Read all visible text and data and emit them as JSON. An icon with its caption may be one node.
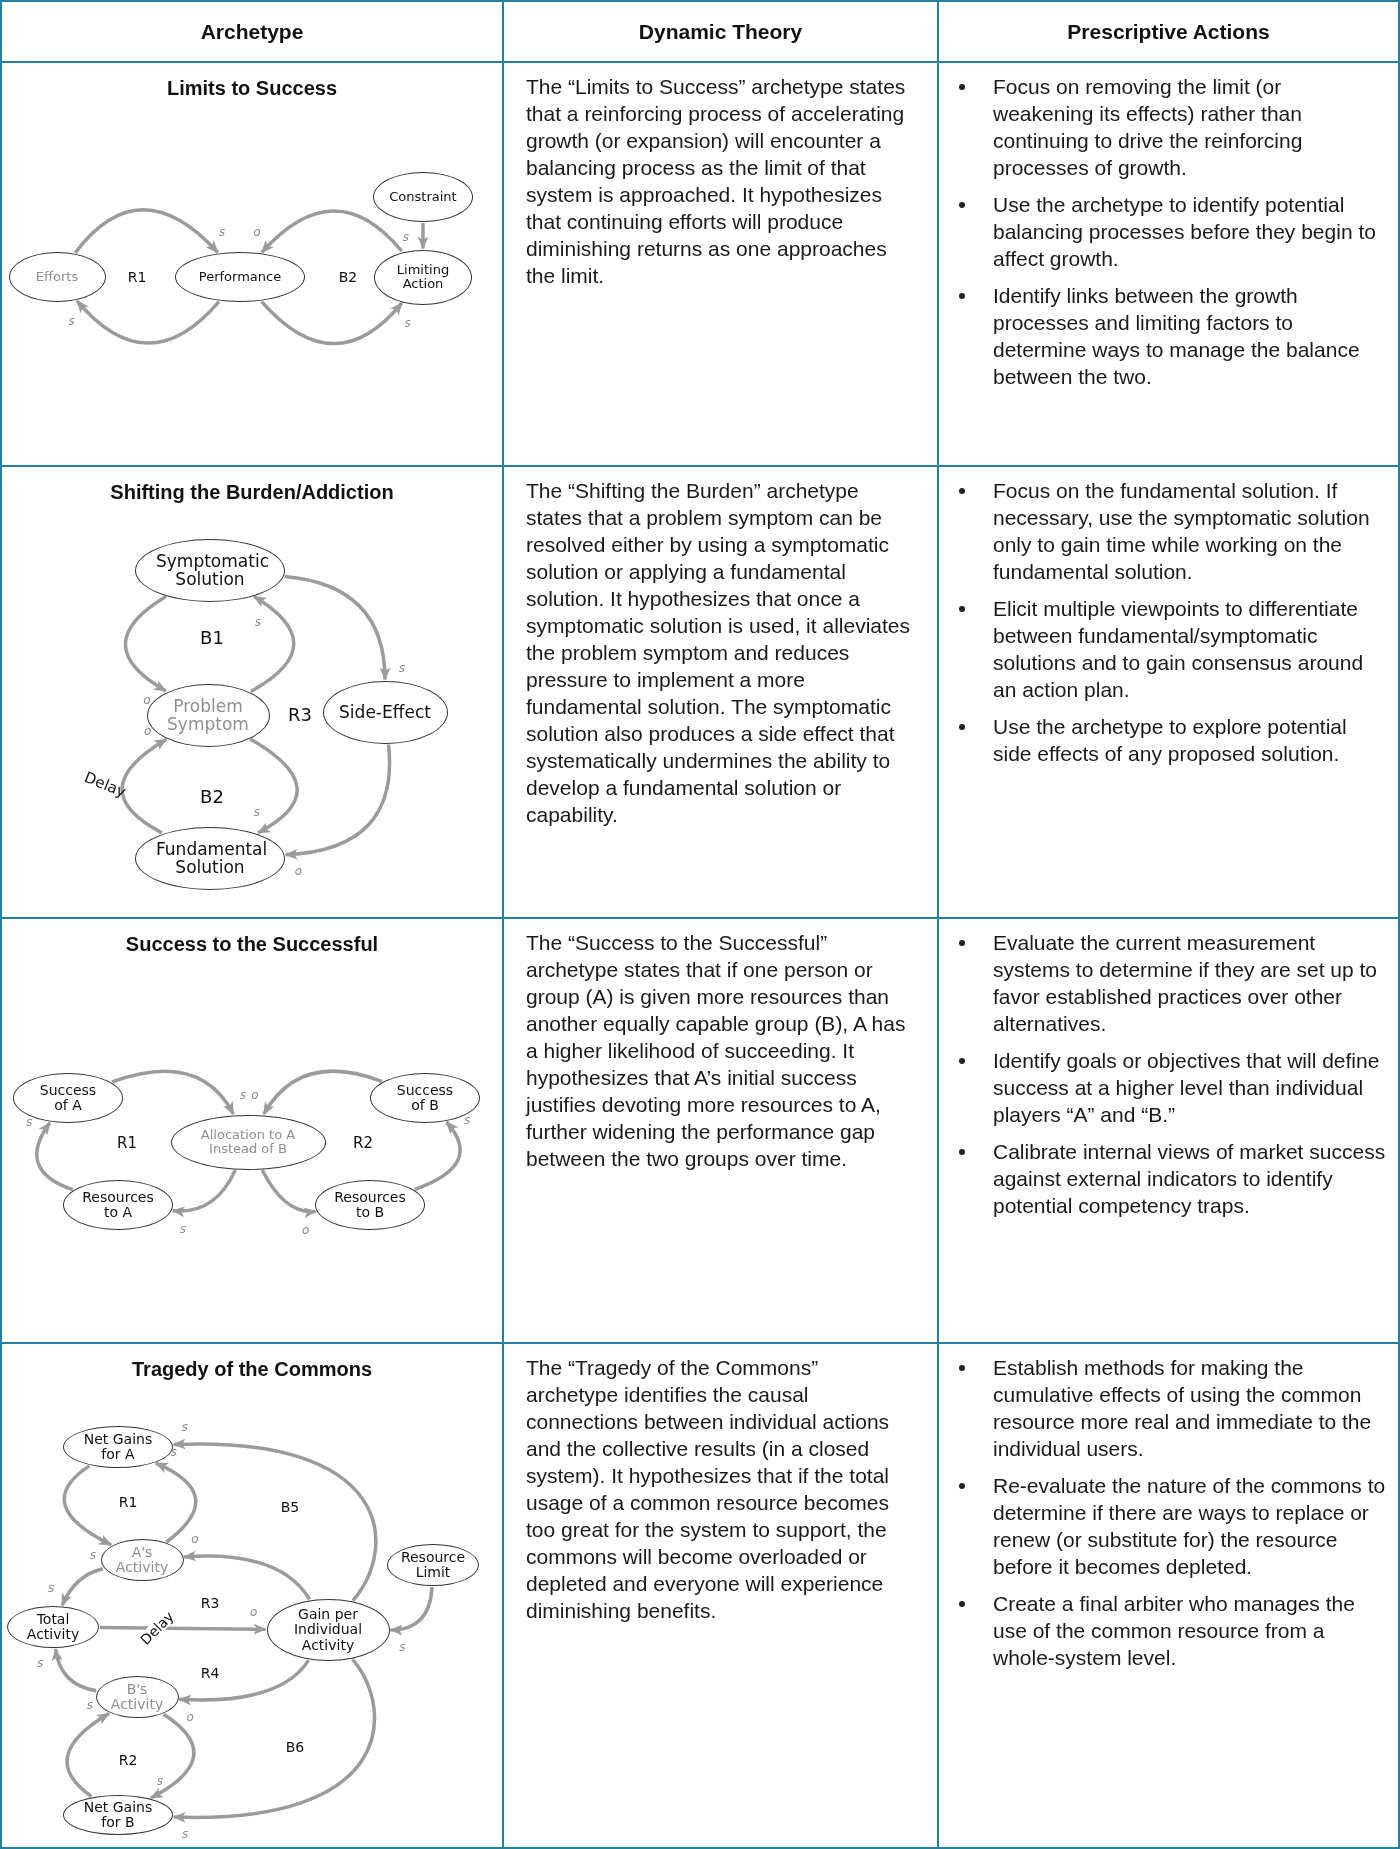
{
  "diagram": {
    "nodes": [
      {
        "text": [
          "Archetype"
        ]
      },
      {
        "text": [
          "Dynamic Theory"
        ]
      },
      {
        "text": [
          "Prescriptive Actions"
        ]
      },
      {
        "text": [
          "Limits to Success"
        ]
      },
      {
        "text": [
          "Efforts"
        ],
        "in": 3
      },
      {
        "text": [
          "Performance"
        ],
        "in": 3
      },
      {
        "text": [
          "Constraint"
        ],
        "in": 3
      },
      {
        "text": [
          "Limiting Action"
        ],
        "in": 3
      },
      {
        "text": [
          "The “Limits to Success” archetype states that a reinforcing process of accelerating growth (or expansion) will encounter a balancing process as the limit of that system is approached. It hypothesizes that continuing efforts will produce diminishing returns as one approaches the limit."
        ]
      },
      {
        "text": [
          "Focus on removing the limit (or weakening its effects) rather than continuing to drive the reinforcing processes of growth.",
          "Use the archetype to identify potential balancing processes before they begin to affect growth.",
          "Identify links between the growth processes and limiting factors to determine ways to manage the balance between the two."
        ]
      },
      {
        "text": [
          "Shifting the Burden/Addiction"
        ]
      },
      {
        "text": [
          "Symptomatic Solution"
        ],
        "in": 10
      },
      {
        "text": [
          "Problem Symptom"
        ],
        "in": 10
      },
      {
        "text": [
          "Side-Effect"
        ],
        "in": 10
      },
      {
        "text": [
          "Fundamental Solution"
        ],
        "in": 10
      },
      {
        "text": [
          "The “Shifting the Burden” archetype states that a problem symptom can be resolved either by using a symptomatic solution or applying a fundamental solution. It hypothesizes that once a symptomatic solution is used, it alleviates the problem symptom and reduces pressure to implement a more fundamental solution. The symptomatic solution also produces a side effect that systematically undermines the ability to develop a fundamental solution or capability."
        ]
      },
      {
        "text": [
          "Focus on the fundamental solution. If necessary, use the symptomatic solution only to gain time while working on the fundamental solution.",
          "Elicit multiple viewpoints to differentiate between fundamental/symptomatic solutions and to gain consensus around an action plan.",
          "Use the archetype to explore potential side effects of any proposed solution."
        ]
      },
      {
        "text": [
          "Success to the Successful"
        ]
      },
      {
        "text": [
          "Success of A"
        ],
        "in": 17
      },
      {
        "text": [
          "Allocation to A Instead of B"
        ],
        "in": 17
      },
      {
        "text": [
          "Success of B"
        ],
        "in": 17
      },
      {
        "text": [
          "Resources to A"
        ],
        "in": 17
      },
      {
        "text": [
          "Resources to B"
        ],
        "in": 17
      },
      {
        "text": [
          "The “Success to the Successful” archetype states that if one person or group (A) is given more resources than another equally capable group (B), A has a higher likelihood of succeeding. It hypothesizes that A’s initial success justifies devoting more resources to A, further widening the performance gap between the two groups over time."
        ]
      },
      {
        "text": [
          "Evaluate the current measurement systems to determine if they are set up to favor established practices over other alternatives.",
          "Identify goals or objectives that will define success at a higher level than individual players “A” and “B.”",
          "Calibrate internal views of market success against external indicators to identify potential competency traps."
        ]
      },
      {
        "text": [
          "Tragedy of the Commons"
        ]
      },
      {
        "text": [
          "Net Gains for A"
        ],
        "in": 25
      },
      {
        "text": [
          "A's Activity"
        ],
        "in": 25
      },
      {
        "text": [
          "Resource Limit"
        ],
        "in": 25
      },
      {
        "text": [
          "Total Activity"
        ],
        "in": 25
      },
      {
        "text": [
          "Gain per Individual Activity"
        ],
        "in": 25
      },
      {
        "text": [
          "B's Activity"
        ],
        "in": 25
      },
      {
        "text": [
          "Net Gains for B"
        ],
        "in": 25
      },
      {
        "text": [
          "The “Tragedy of the Commons” archetype identifies the causal connections between individual actions and the collective results (in a closed system). It hypothesizes that if the total usage of a common resource becomes too great for the system to support, the commons will become overloaded or depleted and everyone will experience diminishing benefits."
        ]
      },
      {
        "text": [
          "Establish methods for making the cumulative effects of using the common resource more real and immediate to the individual users.",
          "Re-evaluate the nature of the commons to determine if there are ways to replace or renew (or substitute for) the resource before it becomes depleted.",
          "Create a final arbiter who manages the use of the common resource from a whole-system level."
        ]
      }
    ],
    "edges": [
      {
        "from": 4,
        "to": 5,
        "arrow": "to",
        "label": "s"
      },
      {
        "from": 5,
        "to": 4,
        "arrow": "to",
        "label": "s"
      },
      {
        "from": 7,
        "to": 5,
        "arrow": "to",
        "label": "o"
      },
      {
        "from": 5,
        "to": 7,
        "arrow": "to",
        "label": "s"
      },
      {
        "from": 6,
        "to": 7,
        "arrow": "to",
        "label": "s"
      },
      {
        "from": 11,
        "to": 12,
        "arrow": "to",
        "label": "o"
      },
      {
        "from": 12,
        "to": 11,
        "arrow": "to",
        "label": "s"
      },
      {
        "from": 11,
        "to": 13,
        "arrow": "to",
        "label": "s"
      },
      {
        "from": 13,
        "to": 14,
        "arrow": "to",
        "label": "o"
      },
      {
        "from": 12,
        "to": 14,
        "arrow": "to",
        "label": "s"
      },
      {
        "from": 14,
        "to": 12,
        "arrow": "to",
        "label": "o"
      },
      {
        "from": 18,
        "to": 19,
        "arrow": "to",
        "label": "s"
      },
      {
        "from": 20,
        "to": 19,
        "arrow": "to",
        "label": "o"
      },
      {
        "from": 19,
        "to": 21,
        "arrow": "to",
        "label": "s"
      },
      {
        "from": 19,
        "to": 22,
        "arrow": "to",
        "label": "o"
      },
      {
        "from": 21,
        "to": 18,
        "arrow": "to",
        "label": "s"
      },
      {
        "from": 22,
        "to": 20,
        "arrow": "to",
        "label": "s"
      },
      {
        "from": 30,
        "to": 26,
        "arrow": "to",
        "label": "s"
      },
      {
        "from": 27,
        "to": 26,
        "arrow": "to",
        "label": "s"
      },
      {
        "from": 26,
        "to": 27,
        "arrow": "to",
        "label": "s"
      },
      {
        "from": 30,
        "to": 27,
        "arrow": "to",
        "label": "o"
      },
      {
        "from": 27,
        "to": 29,
        "arrow": "to",
        "label": "s"
      },
      {
        "from": 29,
        "to": 30,
        "arrow": "to",
        "label": "o"
      },
      {
        "from": 31,
        "to": 29,
        "arrow": "to",
        "label": "s"
      },
      {
        "from": 30,
        "to": 31,
        "arrow": "to",
        "label": "o"
      },
      {
        "from": 32,
        "to": 31,
        "arrow": "to",
        "label": "s"
      },
      {
        "from": 31,
        "to": 32,
        "arrow": "to",
        "label": "s"
      },
      {
        "from": 30,
        "to": 32,
        "arrow": "to",
        "label": "s"
      },
      {
        "from": 28,
        "to": 30,
        "arrow": "to",
        "label": "s"
      }
    ],
    "labels": [
      "R1",
      "B2",
      "B1",
      "R3",
      "B2",
      "Delay",
      "R1",
      "R2",
      "R1",
      "B5",
      "R3",
      "Delay",
      "R4",
      "R2",
      "B6"
    ]
  }
}
